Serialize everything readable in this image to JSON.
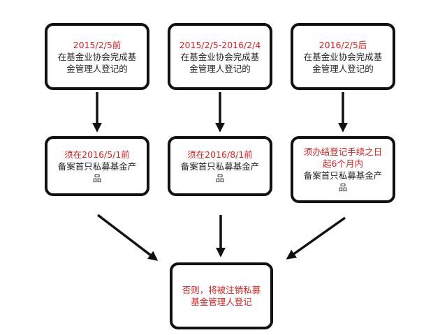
{
  "colors": {
    "accent": "#e02020",
    "text": "#222222",
    "border": "#111111"
  },
  "top_boxes": [
    {
      "date": "2015/2/5前",
      "lines": [
        "在基金业协会完成基",
        "金管理人登记的"
      ]
    },
    {
      "date": "2015/2/5-2016/2/4",
      "lines": [
        "在基金业协会完成基",
        "金管理人登记的"
      ]
    },
    {
      "date": "2016/2/5后",
      "lines": [
        "在基金业协会完成基",
        "金管理人登记的"
      ]
    }
  ],
  "middle_boxes": [
    {
      "deadline": [
        "须在2016/5/1前"
      ],
      "lines": [
        "备案首只私募基金产",
        "品"
      ]
    },
    {
      "deadline": [
        "须在2016/8/1前"
      ],
      "lines": [
        "备案首只私募基金产",
        "品"
      ]
    },
    {
      "deadline": [
        "须办结登记手续之日",
        "起6个月内"
      ],
      "lines": [
        "备案首只私募基金产",
        "品"
      ]
    }
  ],
  "result_box": {
    "lines": [
      "否则，将被注销私募",
      "基金管理人登记"
    ]
  }
}
